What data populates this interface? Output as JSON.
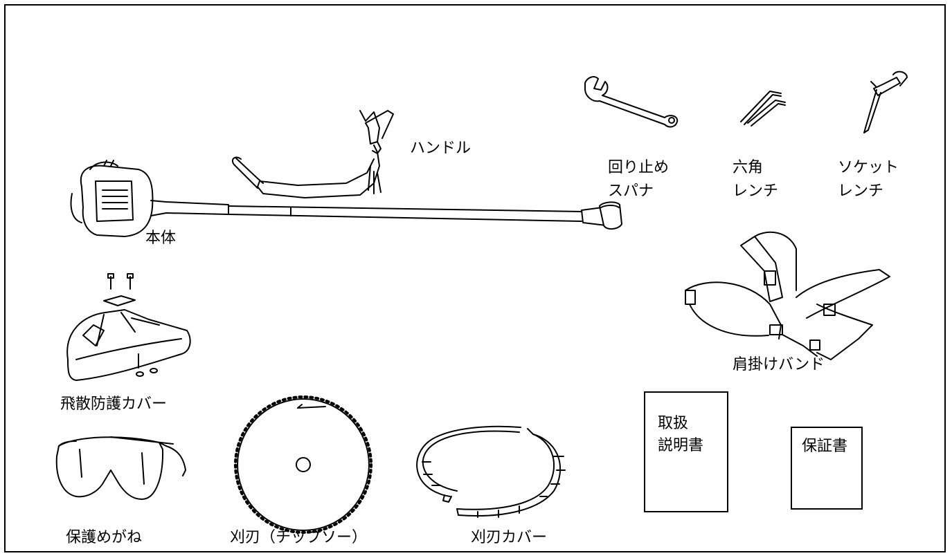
{
  "labels": {
    "body": "本体",
    "handle": "ハンドル",
    "spanner_l1": "回り止め",
    "spanner_l2": "スパナ",
    "hex_l1": "六角",
    "hex_l2": "レンチ",
    "socket_l1": "ソケット",
    "socket_l2": "レンチ",
    "guard": "飛散防護カバー",
    "harness": "肩掛けバンド",
    "manual_l1": "取扱",
    "manual_l2": "説明書",
    "warranty": "保証書",
    "goggles": "保護めがね",
    "blade": "刈刃（チップソー）",
    "blade_cover": "刈刃カバー"
  }
}
